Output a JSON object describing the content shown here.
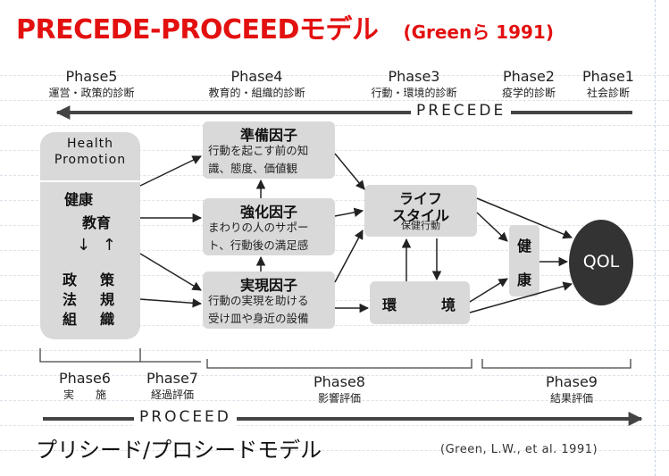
{
  "title": {
    "main": "PRECEDE-PROCEEDモデル",
    "citation": "(Greenら 1991)"
  },
  "phases_top": [
    {
      "name": "Phase5",
      "sub": "運営・政策的診断"
    },
    {
      "name": "Phase4",
      "sub": "教育的・組織的診断"
    },
    {
      "name": "Phase3",
      "sub": "行動・環境的診断"
    },
    {
      "name": "Phase2",
      "sub": "疫学的診断"
    },
    {
      "name": "Phase1",
      "sub": "社会診断"
    }
  ],
  "precede_label": "PRECEDE",
  "health_promotion": {
    "title_line1": "Health",
    "title_line2": "Promotion",
    "education_1": "健康",
    "education_2": "教育",
    "arrows": "↓ ↑",
    "policy_a1": "政",
    "policy_a2": "策",
    "policy_b1": "法",
    "policy_b2": "規",
    "policy_c1": "組",
    "policy_c2": "織"
  },
  "factors": {
    "predisposing": {
      "title": "準備因子",
      "line1": "行動を起こす前の知",
      "line2": "識、態度、価値観"
    },
    "reinforcing": {
      "title": "強化因子",
      "line1": "まわりの人のサポー",
      "line2": "ト、行動後の満足感"
    },
    "enabling": {
      "title": "実現因子",
      "line1": "行動の実現を助ける",
      "line2": "受け皿や身近の設備"
    }
  },
  "lifestyle": {
    "line1": "ライフ",
    "line2": "スタイル",
    "sub": "保健行動"
  },
  "environment": {
    "left": "環",
    "right": "境"
  },
  "health": {
    "top": "健",
    "bottom": "康"
  },
  "qol": "QOL",
  "phases_bottom": [
    {
      "name": "Phase6",
      "sub": "実　　施"
    },
    {
      "name": "Phase7",
      "sub": "経過評価"
    },
    {
      "name": "Phase8",
      "sub": "影響評価"
    },
    {
      "name": "Phase9",
      "sub": "結果評価"
    }
  ],
  "proceed_label": "PROCEED",
  "footer": "プリシード/プロシードモデル",
  "credit": "(Green, L.W., et al. 1991)"
}
